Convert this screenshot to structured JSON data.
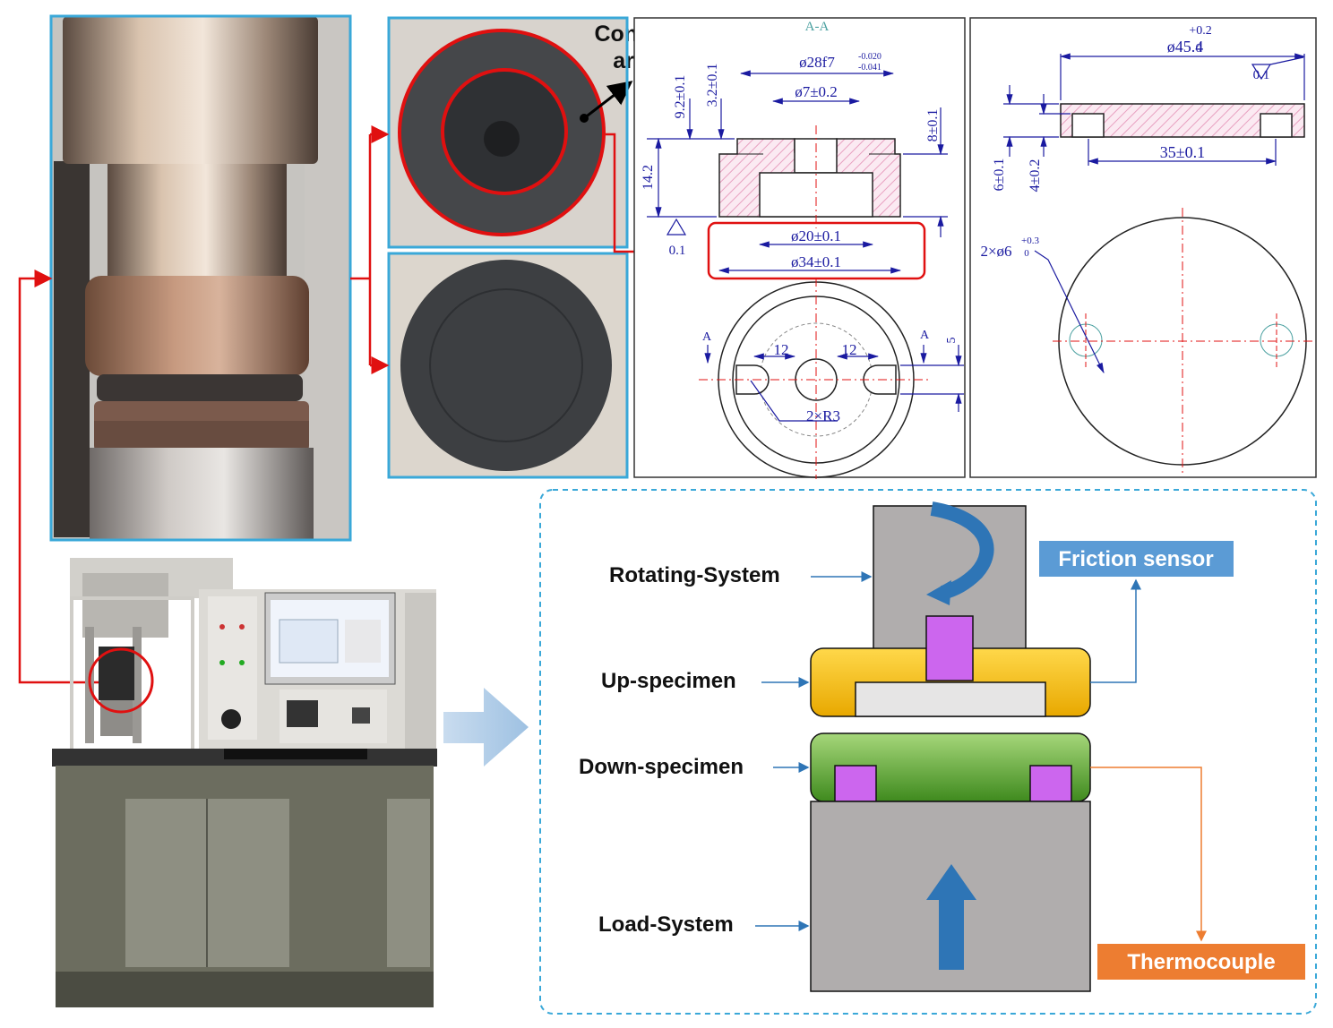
{
  "photo_labels": {
    "contact_line1": "Contact",
    "contact_line2": "area"
  },
  "drawing_up": {
    "section_title": "A-A",
    "dim_28": "ø28f7",
    "tol_28_upper": "-0.020",
    "tol_28_lower": "-0.041",
    "dim_7": "ø7±0.2",
    "dim_9_2": "9.2±0.1",
    "dim_3_2": "3.2±0.1",
    "dim_8": "8±0.1",
    "dim_14_2": "14.2",
    "flatness": "0.1",
    "dim_20": "ø20±0.1",
    "dim_34": "ø34±0.1",
    "section_mark_left": "A",
    "section_mark_right": "A",
    "dim_12_left": "12",
    "dim_12_right": "12",
    "dim_5": "5",
    "dim_r3": "2×R3"
  },
  "drawing_down": {
    "dim_45_4": "ø45.4",
    "tol_45_upper": "+0.2",
    "tol_45_lower": "0",
    "flatness": "0.1",
    "dim_35": "35±0.1",
    "dim_6": "6±0.1",
    "dim_4_2": "4±0.2",
    "dim_holes": "2×ø6",
    "tol_holes_upper": "+0.3",
    "tol_holes_lower": "0"
  },
  "schematic": {
    "rotating_system": "Rotating-System",
    "up_specimen": "Up-specimen",
    "down_specimen": "Down-specimen",
    "load_system": "Load-System",
    "friction_sensor": "Friction sensor",
    "thermocouple": "Thermocouple"
  },
  "colors": {
    "photo_frame": "#3aa8d8",
    "highlight_red": "#e01010",
    "drawing_blue": "#1a1aa0",
    "hatch_pink": "#e8a0c0",
    "up_specimen_yellow": "#f2c219",
    "down_specimen_green": "#5aa02c",
    "insert_purple": "#cc66ee",
    "block_grey": "#b0adad",
    "friction_box": "#5b9bd5",
    "thermo_box": "#ed7d31",
    "arrow_blue": "#2e75b6"
  }
}
